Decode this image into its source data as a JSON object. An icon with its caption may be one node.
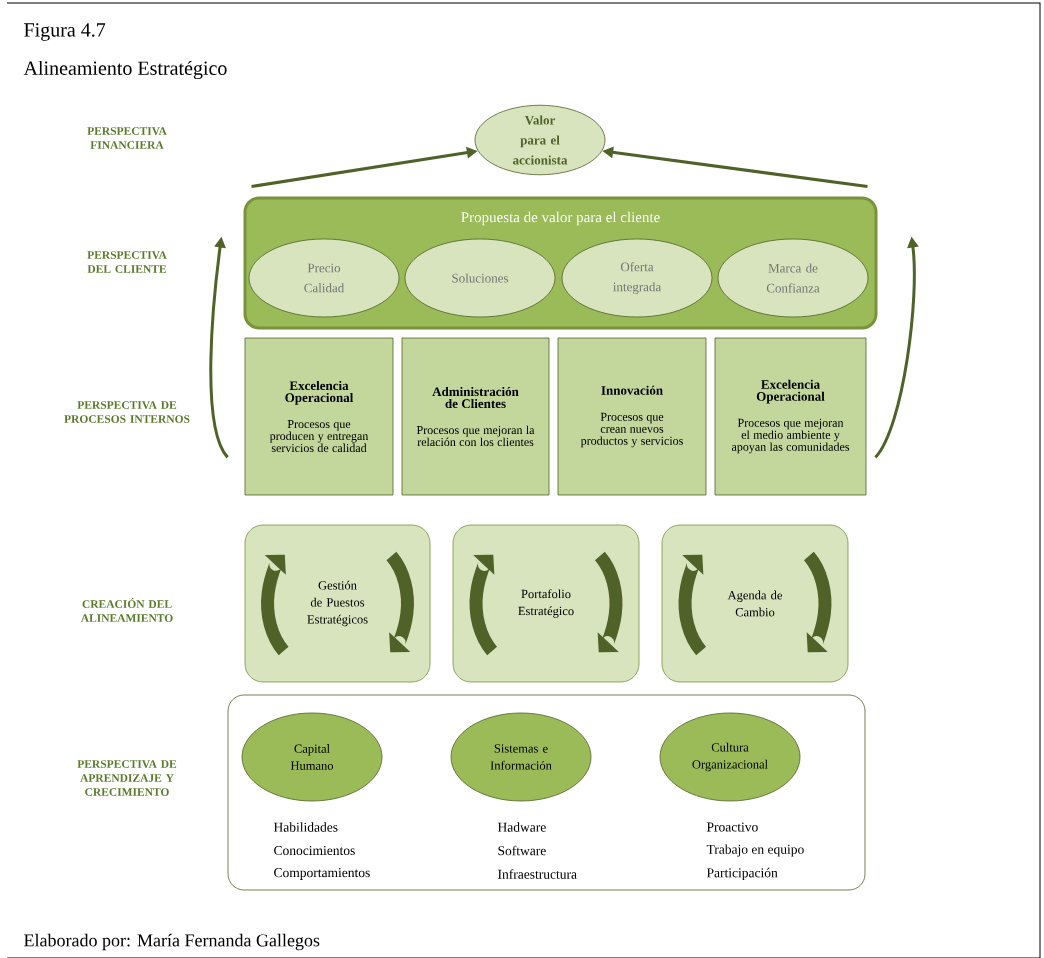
{
  "diagram": {
    "title": "Alineamiento Estratégico",
    "caption": "Elaborado por: María Fernanda Gallegos",
    "nodes": [
      {
        "text": [
          "Valor para el accionista"
        ]
      },
      {
        "text": [
          "Propuesta de valor para el cliente"
        ]
      },
      {
        "text": [
          "Precio Calidad"
        ],
        "in": 1
      },
      {
        "text": [
          "Soluciones"
        ],
        "in": 1
      },
      {
        "text": [
          "Oferta integrada"
        ],
        "in": 1
      },
      {
        "text": [
          "Marca de Confianza"
        ],
        "in": 1
      },
      {
        "text": [
          "Excelencia Operacional",
          "Procesos que producen y entregan servicios de calidad"
        ]
      },
      {
        "text": [
          "Administración de Clientes",
          "Procesos que mejoran la relación con los clientes"
        ]
      },
      {
        "text": [
          "Innovación",
          "Procesos que crean nuevos productos y servicios"
        ]
      },
      {
        "text": [
          "Excelencia Operacional",
          "Procesos que mejoran el medio ambiente y apoyan las comunidades"
        ]
      },
      {
        "text": [
          "Gestión de Puestos Estratégicos"
        ]
      },
      {
        "text": [
          "Portafolio Estratégico"
        ]
      },
      {
        "text": [
          "Agenda de Cambio"
        ]
      },
      {
        "text": [],
        "shape": "box"
      },
      {
        "text": [
          "Capital Humano"
        ],
        "in": 13,
        "beside": [
          "Habilidades",
          "Conocimientos",
          "Comportamientos"
        ]
      },
      {
        "text": [
          "Sistemas e Información"
        ],
        "in": 13,
        "beside": [
          "Hadware",
          "Software",
          "Infraestructura"
        ]
      },
      {
        "text": [
          "Cultura Organizacional"
        ],
        "in": 13,
        "beside": [
          "Proactivo",
          "Trabajo en equipo",
          "Participación"
        ]
      }
    ],
    "edges": [
      {
        "from": 1,
        "to": 0,
        "arrow": "to"
      },
      {
        "from": 1,
        "to": 0,
        "arrow": "to"
      },
      {
        "from": 6,
        "to": 1,
        "arrow": "to"
      },
      {
        "from": 9,
        "to": 1,
        "arrow": "to"
      }
    ],
    "labels": [
      "Figura 4.7",
      "PERSPECTIVA FINANCIERA",
      "PERSPECTIVA DEL CLIENTE",
      "PERSPECTIVA DE PROCESOS INTERNOS",
      "CREACIÓN DEL ALINEAMIENTO",
      "PERSPECTIVA DE APRENDIZAJE Y CRECIMIENTO"
    ]
  }
}
